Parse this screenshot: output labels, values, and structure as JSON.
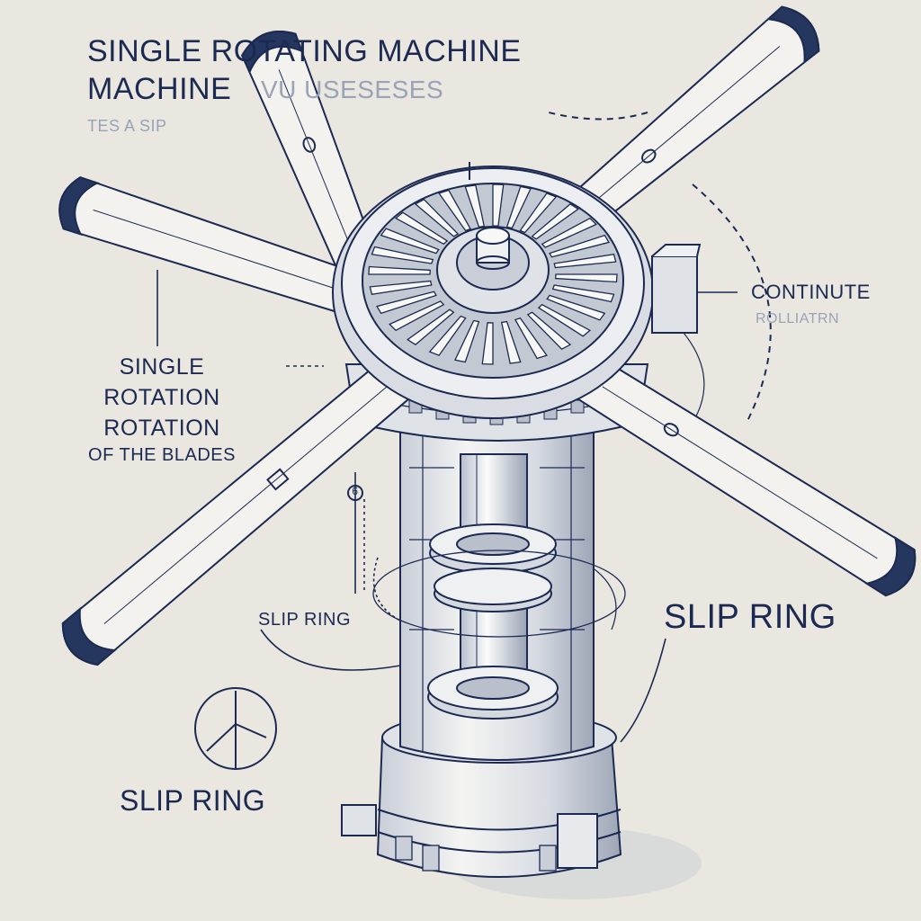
{
  "diagram": {
    "title_line1": "SINGLE ROTATING MACHINE",
    "title_line2": "MACHINE",
    "title_fragment": "VU USESESES",
    "title_faded_line": "TES A SIP",
    "left_label": [
      "SINGLE",
      "ROTATION",
      "ROTATION",
      "OF THE BLADES"
    ],
    "right_label_line1": "CONTINUTE",
    "right_label_line2": "ROLLIATRN",
    "slip_ring_left": "SLIP RING",
    "slip_ring_right": "SLIP RING",
    "slip_ring_bottom": "SLIP RING",
    "callout_marker": "6"
  },
  "colors": {
    "ink": "#1c2a52",
    "paper": "#e9e7e0",
    "blade": "#f3f2ee",
    "blade_tip": "#25375f"
  }
}
